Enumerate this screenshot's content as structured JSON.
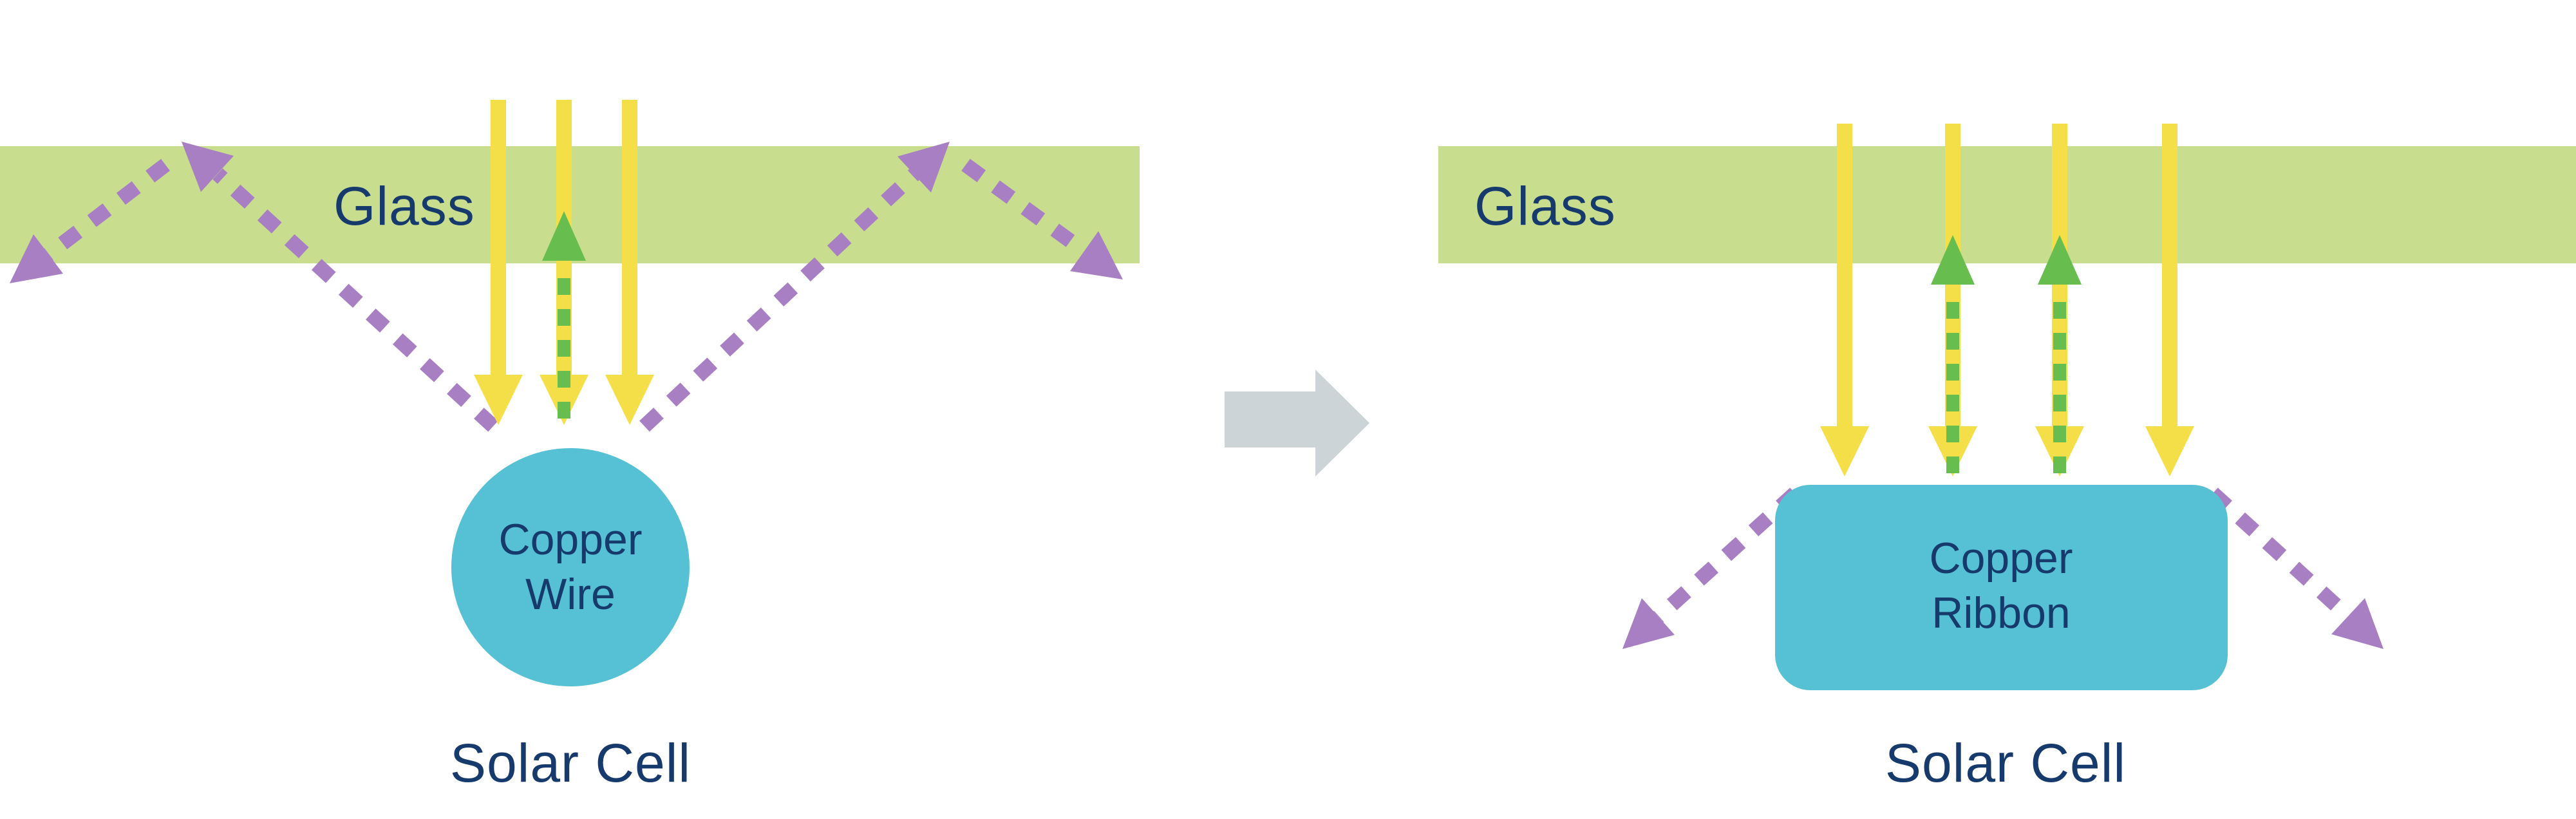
{
  "colors": {
    "background": "#ffffff",
    "glass": "#c8dd8e",
    "yellow": "#f5df49",
    "green": "#67bd4d",
    "purple": "#a77fc2",
    "teal": "#56c1d4",
    "navy": "#173a6d",
    "gray_arrow": "#ccd4d8"
  },
  "left": {
    "glass_label": "Glass",
    "conductor_label": "Copper\nWire",
    "cell_label": "Solar Cell"
  },
  "right": {
    "glass_label": "Glass",
    "conductor_label": "Copper\nRibbon",
    "cell_label": "Solar Cell"
  }
}
